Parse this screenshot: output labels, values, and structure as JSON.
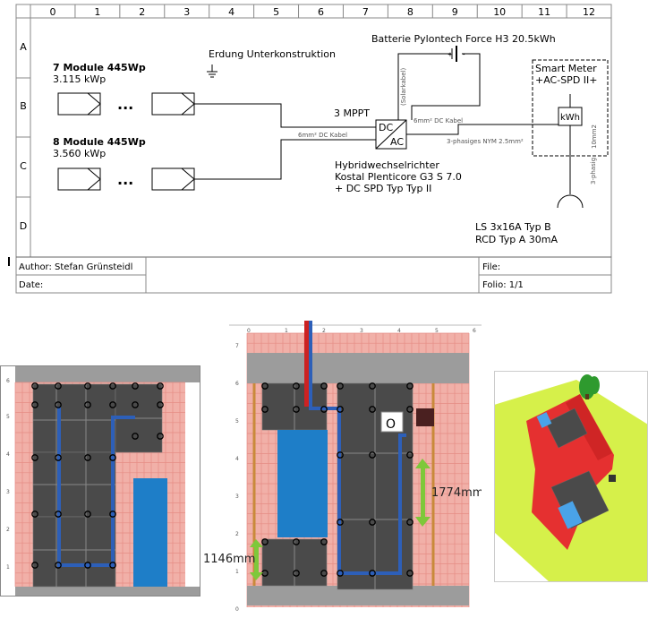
{
  "grid": {
    "columns": [
      "0",
      "1",
      "2",
      "3",
      "4",
      "5",
      "6",
      "7",
      "8",
      "9",
      "10",
      "11",
      "12"
    ],
    "rows": [
      "A",
      "B",
      "C",
      "D"
    ]
  },
  "schematic": {
    "string1": {
      "title": "7 Module 445Wp",
      "power": "3.115 kWp"
    },
    "string2": {
      "title": "8 Module 445Wp",
      "power": "3.560 kWp"
    },
    "ellipsis": "...",
    "earthing": "Erdung Unterkonstruktion",
    "battery": "Batterie Pylontech Force H3 20.5kWh",
    "solar_cable": "(Solarkabel)",
    "mppt": "3 MPPT",
    "dc_cable_1": "6mm² DC Kabel",
    "dc_cable_2": "6mm² DC Kabel",
    "inverter_dc": "DC",
    "inverter_ac": "AC",
    "inverter_lines": [
      "Hybridwechselrichter",
      "Kostal Plenticore G3 S 7.0",
      "+ DC SPD Typ Typ II"
    ],
    "ac_cable": "3-phasiges NYM 2.5mm²",
    "smart_meter_lines": [
      "Smart Meter",
      "+AC-SPD  II+"
    ],
    "kwh": "kWh",
    "meter_cable_1": "10mm2",
    "meter_cable_2": "3-phasig",
    "protection_lines": [
      "LS 3x16A Typ B",
      "RCD Typ A  30mA"
    ]
  },
  "footer": {
    "author": "Author: Stefan Grünsteidl",
    "date": "Date:",
    "file": "File:",
    "folio": "Folio: 1/1"
  },
  "roof_left": {
    "ruler": [
      "6",
      "5",
      "4",
      "3",
      "2",
      "1"
    ]
  },
  "roof_center": {
    "ruler_top": [
      "0",
      "1",
      "2",
      "3",
      "4",
      "5",
      "6"
    ],
    "ruler_left": [
      "7",
      "6",
      "5",
      "4",
      "3",
      "2",
      "1",
      "0"
    ],
    "marker": "O",
    "dim_long": "1774mm",
    "dim_short": "1146mm"
  },
  "colors": {
    "roof": "#f1b0a8",
    "panel": "#4a4a4a",
    "battery_blue": "#1e7ec8",
    "cable_blue": "#2d5fb8",
    "dim_green": "#7ec83a",
    "ridge_gray": "#9c9c9c",
    "house_red": "#e53030",
    "lawn": "#d6f04a"
  }
}
